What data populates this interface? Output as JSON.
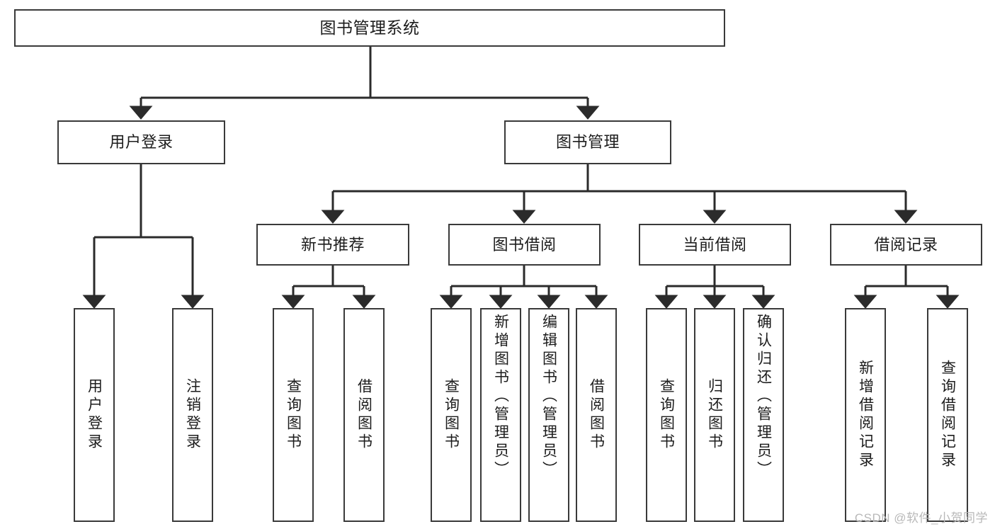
{
  "diagram": {
    "type": "tree",
    "title": "图书管理系统",
    "root": {
      "label": "图书管理系统"
    },
    "level2": [
      {
        "label": "用户登录"
      },
      {
        "label": "图书管理"
      }
    ],
    "level3": [
      {
        "label": "新书推荐"
      },
      {
        "label": "图书借阅"
      },
      {
        "label": "当前借阅"
      },
      {
        "label": "借阅记录"
      }
    ],
    "leaves": {
      "user_login": [
        {
          "label": "用户登录"
        },
        {
          "label": "注销登录"
        }
      ],
      "new_book_rec": [
        {
          "label": "查询图书"
        },
        {
          "label": "借阅图书"
        }
      ],
      "book_borrow": [
        {
          "label": "查询图书"
        },
        {
          "label": "新增图书（管理员）"
        },
        {
          "label": "编辑图书（管理员）"
        },
        {
          "label": "借阅图书"
        }
      ],
      "current_borrow": [
        {
          "label": "查询图书"
        },
        {
          "label": "归还图书"
        },
        {
          "label": "确认归还（管理员）"
        }
      ],
      "borrow_record": [
        {
          "label": "新增借阅记录"
        },
        {
          "label": "查询借阅记录"
        }
      ]
    }
  },
  "watermark": {
    "text": "CSDN @软件_小贺同学"
  },
  "colors": {
    "box_border": "#3a3a3a",
    "box_fill": "#ffffff",
    "edge": "#2b2b2b",
    "text": "#1c1c1c",
    "watermark": "#b8b8b8",
    "page_background": "#ffffff"
  }
}
